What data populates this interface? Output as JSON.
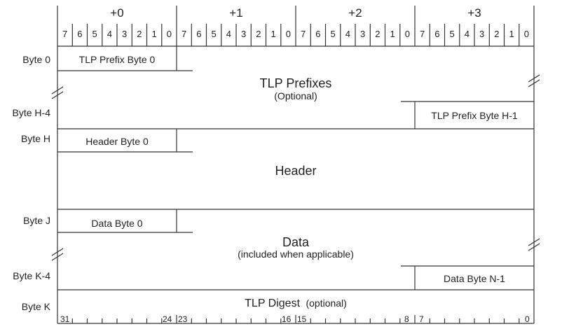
{
  "header": {
    "byte_offsets": [
      "+0",
      "+1",
      "+2",
      "+3"
    ],
    "bit_labels": [
      "7",
      "6",
      "5",
      "4",
      "3",
      "2",
      "1",
      "0"
    ]
  },
  "rows": {
    "byte0": "Byte 0",
    "byte_h4": "Byte H-4",
    "byte_h": "Byte H",
    "byte_j": "Byte J",
    "byte_k4": "Byte K-4",
    "byte_k": "Byte K"
  },
  "fields": {
    "tlp_prefix_byte0": "TLP Prefix Byte 0",
    "tlp_prefixes": "TLP Prefixes",
    "optional": "(Optional)",
    "tlp_prefix_byte_h1": "TLP Prefix Byte H-1",
    "header_byte0": "Header Byte 0",
    "header": "Header",
    "data_byte0": "Data Byte 0",
    "data": "Data",
    "data_note": "(included when applicable)",
    "data_byte_n1": "Data Byte N-1",
    "tlp_digest": "TLP Digest",
    "tlp_digest_note": "(optional)"
  },
  "footer": {
    "n31": "31",
    "n24": "24",
    "n23": "23",
    "n16": "16",
    "n15": "15",
    "n8": "8",
    "n7": "7",
    "n0": "0"
  }
}
